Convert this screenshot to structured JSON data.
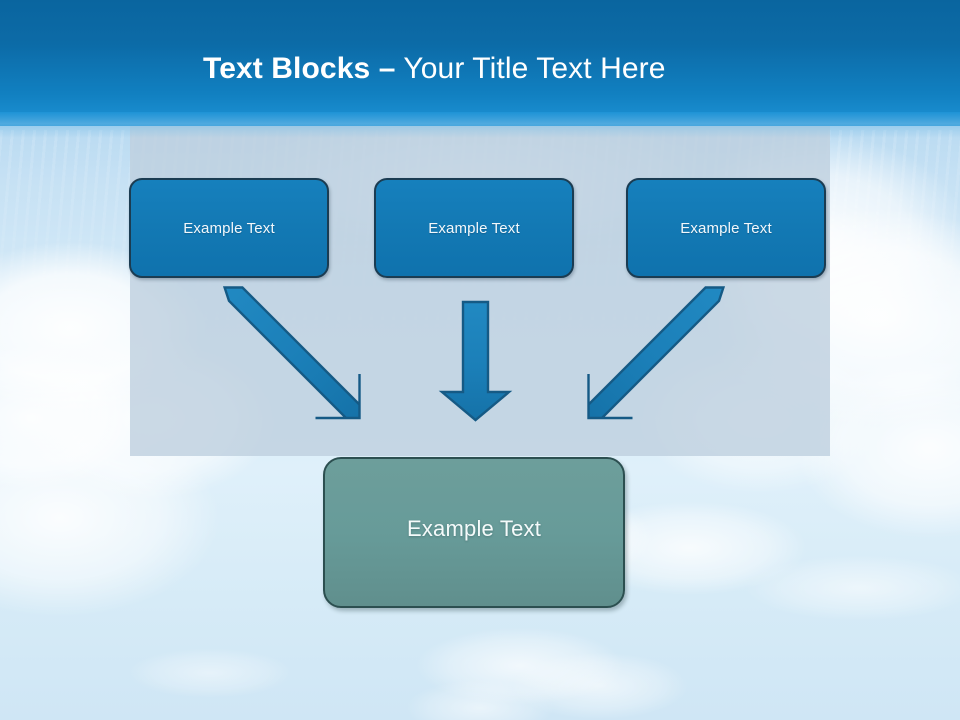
{
  "slide": {
    "title_strong": "Text Blocks –",
    "title_light": " Your Title Text Here",
    "theme": {
      "header_top": "#0a659f",
      "header_bottom": "#1e93d6",
      "box_blue_fill": "#1379b4",
      "box_blue_border": "#1b3c52",
      "box_teal_fill": "#679b99",
      "box_teal_border": "#2c4f50",
      "arrow_fill": "#1b7fb8",
      "arrow_border": "#155a85",
      "panel_overlay": "#becfdf",
      "text_color": "#ffffff"
    }
  },
  "diagram": {
    "top_boxes": [
      {
        "label": "Example Text"
      },
      {
        "label": "Example Text"
      },
      {
        "label": "Example Text"
      }
    ],
    "arrows": [
      {
        "name": "arrow-left-diagonal",
        "direction": "down-right"
      },
      {
        "name": "arrow-middle-vertical",
        "direction": "down"
      },
      {
        "name": "arrow-right-diagonal",
        "direction": "down-left"
      }
    ],
    "result_box": {
      "label": "Example Text"
    }
  }
}
